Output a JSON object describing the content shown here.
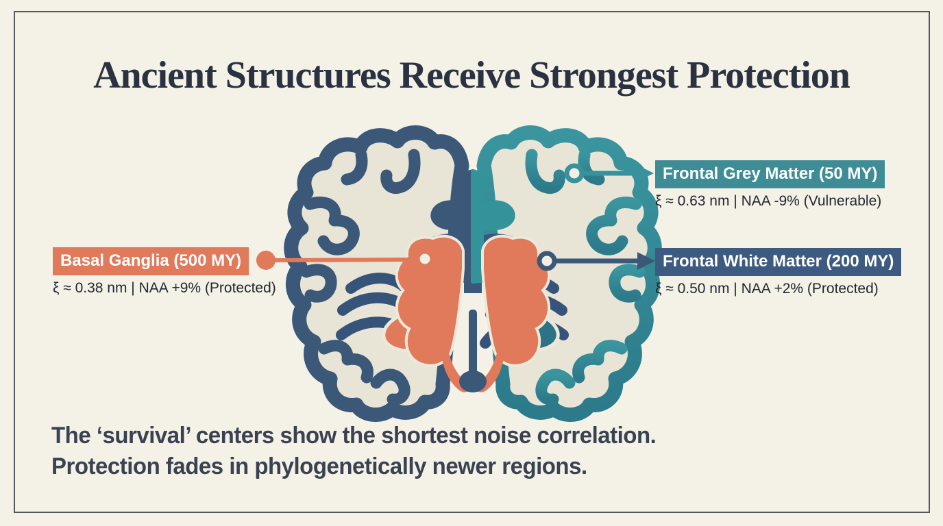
{
  "title": "Ancient Structures Receive Strongest Protection",
  "callouts": {
    "basal_ganglia": {
      "label": "Basal Ganglia (500 MY)",
      "detail": "ξ ≈ 0.38 nm | NAA +9% (Protected)",
      "color": "#E1795B"
    },
    "frontal_grey": {
      "label": "Frontal Grey Matter (50 MY)",
      "detail": "ξ ≈ 0.63 nm | NAA -9% (Vulnerable)",
      "color": "#3E8C96"
    },
    "frontal_white": {
      "label": "Frontal White Matter (200 MY)",
      "detail": "ξ ≈ 0.50 nm | NAA +2% (Protected)",
      "color": "#3D5A80"
    }
  },
  "caption": {
    "line1": "The ‘survival’ centers show the shortest noise correlation.",
    "line2": "Protection fades in phylogenetically newer regions."
  },
  "illustration": {
    "name": "coronal-brain-section",
    "left_hemisphere_color": "#3B5878",
    "right_hemisphere_color": "#3A949D",
    "highlight_color": "#E1795B",
    "interior_color": "#E9E5D6",
    "background_color": "#F4F1E6"
  }
}
